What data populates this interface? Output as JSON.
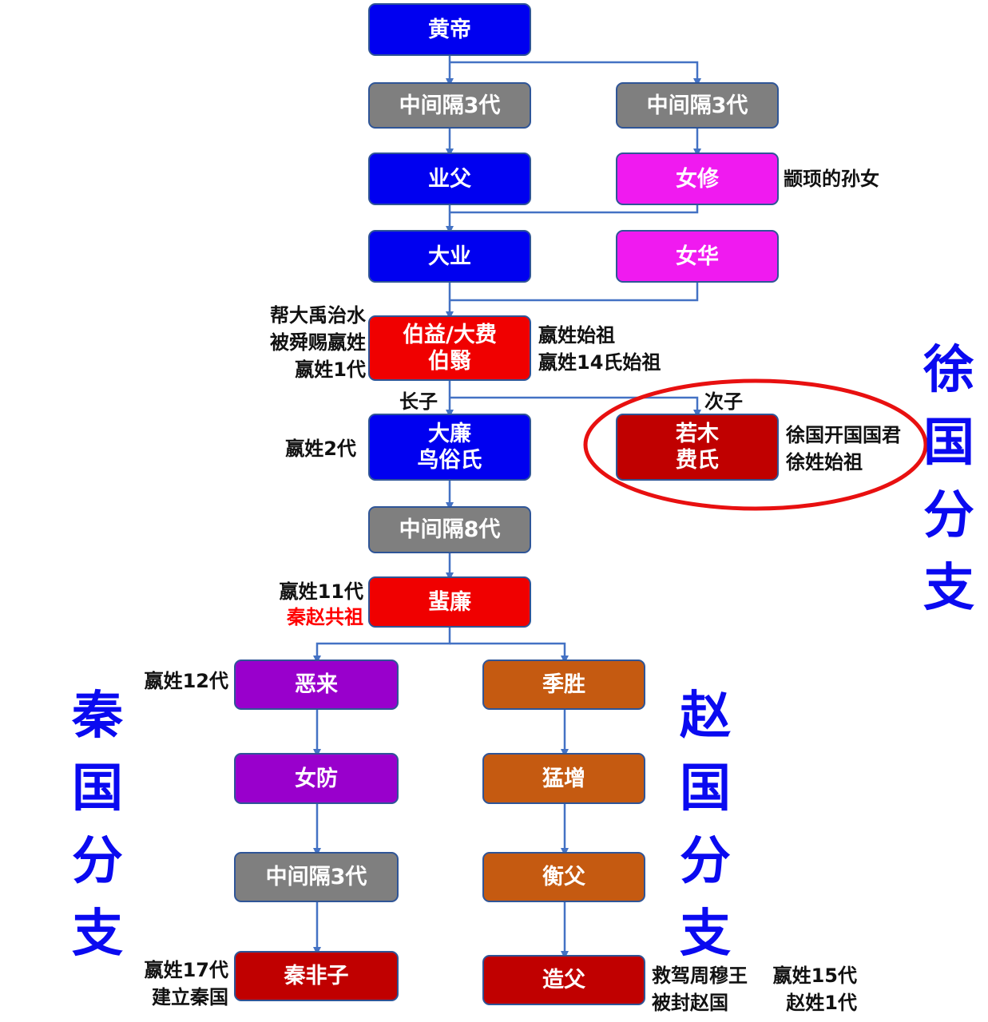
{
  "nodes": {
    "huangdi": "黄帝",
    "gap3_left": "中间隔3代",
    "gap3_right": "中间隔3代",
    "yefu": "业父",
    "nvxiu": "女修",
    "daye": "大业",
    "nvhua": "女华",
    "boyi_line1": "伯益/大费",
    "boyi_line2": "伯翳",
    "dalian_line1": "大廉",
    "dalian_line2": "鸟俗氏",
    "ruomu_line1": "若木",
    "ruomu_line2": "费氏",
    "gap8": "中间隔8代",
    "feilian": "蜚廉",
    "elai": "恶来",
    "jisheng": "季胜",
    "nvfang": "女防",
    "mengzeng": "猛增",
    "gap3_qin": "中间隔3代",
    "hengfu": "衡父",
    "qinfeizi": "秦非子",
    "zaofu": "造父"
  },
  "notes": {
    "nvxiu": "颛顼的孙女",
    "boyi_left": [
      "帮大禹治水",
      "被舜赐嬴姓",
      "嬴姓1代"
    ],
    "boyi_right": [
      "嬴姓始祖",
      "嬴姓14氏始祖"
    ],
    "eldest_son": "长子",
    "second_son": "次子",
    "dalian_left": "嬴姓2代",
    "ruomu_right": [
      "徐国开国国君",
      "徐姓始祖"
    ],
    "feilian_left_1": "嬴姓11代",
    "feilian_left_2": "秦赵共祖",
    "elai_left": "嬴姓12代",
    "qinfeizi_left": [
      "嬴姓17代",
      "建立秦国"
    ],
    "zaofu_right_a": [
      "救驾周穆王",
      "被封赵国"
    ],
    "zaofu_right_b": [
      "嬴姓15代",
      "赵姓1代"
    ]
  },
  "branches": {
    "xu": [
      "徐",
      "国",
      "分",
      "支"
    ],
    "qin": [
      "秦",
      "国",
      "分",
      "支"
    ],
    "zhao": [
      "赵",
      "国",
      "分",
      "支"
    ]
  },
  "colors": {
    "blue": "#0000f0",
    "gray": "#7f7f7f",
    "pink": "#f01af0",
    "red": "#f00000",
    "dark_red": "#c00000",
    "purple": "#9900cc",
    "orange": "#c55a11",
    "connector": "#4472c4",
    "circle": "#e81010",
    "branch_text": "#0a0af0"
  }
}
